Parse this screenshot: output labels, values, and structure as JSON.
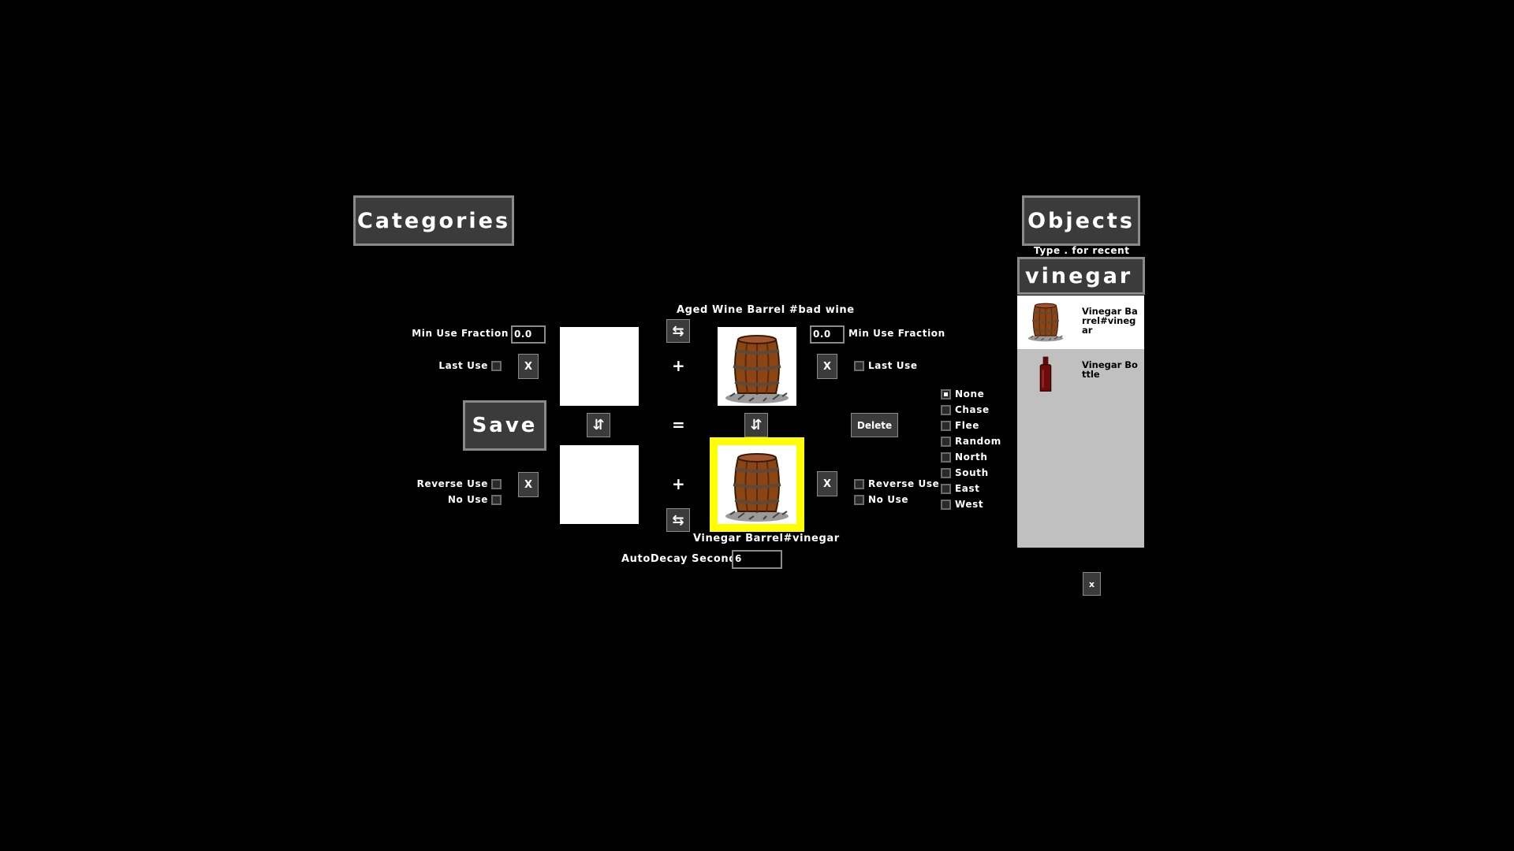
{
  "header": {
    "categories_label": "Categories",
    "objects_label": "Objects",
    "objects_hint": "Type . for recent",
    "search_value": "vinegar"
  },
  "editor": {
    "save_label": "Save",
    "delete_label": "Delete",
    "plus": "+",
    "equals": "=",
    "clear_label": "X",
    "swap_glyph": "⇆",
    "flip_glyph": "⇵",
    "left": {
      "min_use_label": "Min Use Fraction",
      "min_use_value": "0.0",
      "last_use_label": "Last Use",
      "reverse_use_label": "Reverse Use",
      "no_use_label": "No Use"
    },
    "right": {
      "actor_name": "Aged Wine Barrel #bad wine",
      "min_use_label": "Min Use Fraction",
      "min_use_value": "0.0",
      "last_use_label": "Last Use",
      "reverse_use_label": "Reverse Use",
      "no_use_label": "No Use",
      "result_name": "Vinegar Barrel#vinegar"
    },
    "autodecay_label": "AutoDecay Seconds",
    "autodecay_value": "6",
    "movement": {
      "options": [
        "None",
        "Chase",
        "Flee",
        "Random",
        "North",
        "South",
        "East",
        "West"
      ],
      "selected": "None"
    }
  },
  "objects": {
    "items": [
      {
        "name": "Vinegar Barrel#vinegar",
        "icon": "barrel-icon",
        "selected": true
      },
      {
        "name": "Vinegar Bottle",
        "icon": "bottle-icon",
        "selected": false
      }
    ],
    "close_label": "x"
  },
  "colors": {
    "background": "#000000",
    "button": "#3b3b3b",
    "border": "#8a8a8a",
    "highlight": "#ffff00",
    "panel": "#c0c0c0"
  }
}
